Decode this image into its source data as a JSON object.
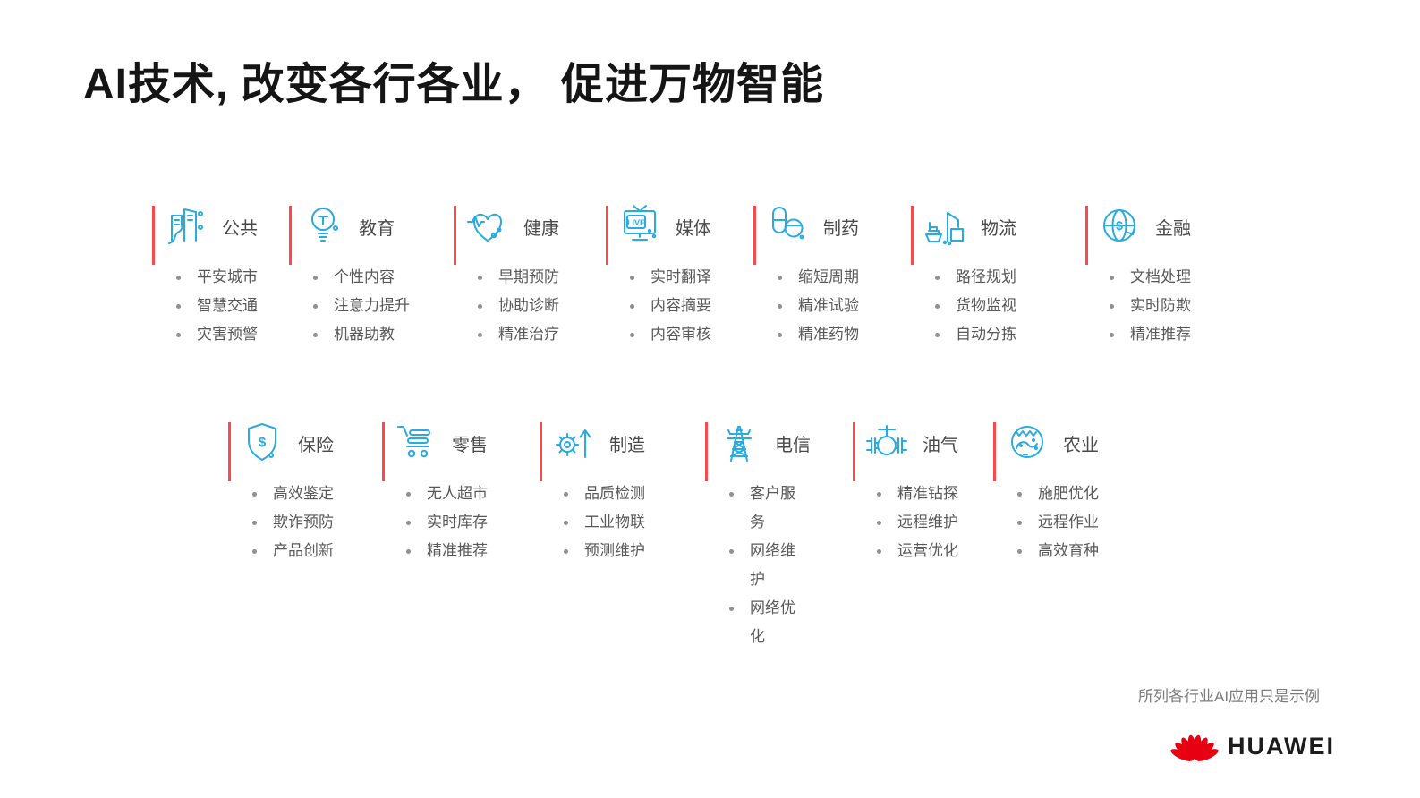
{
  "title": "AI技术, 改变各行各业， 促进万物智能",
  "footer_note": "所列各行业AI应用只是示例",
  "brand": "HUAWEI",
  "colors": {
    "icon_blue": "#29abe2",
    "divider_red": "#fb4a4e",
    "logo_red": "#e60012",
    "title_text": "#151515",
    "body_text": "#595959"
  },
  "rows": [
    {
      "groups": [
        {
          "label": "公共",
          "icon": "city-icon",
          "items": [
            "平安城市",
            "智慧交通",
            "灾害预警"
          ]
        },
        {
          "label": "教育",
          "icon": "lightbulb-icon",
          "items": [
            "个性内容",
            "注意力提升",
            "机器助教"
          ]
        },
        {
          "label": "健康",
          "icon": "heart-pulse-icon",
          "items": [
            "早期预防",
            "协助诊断",
            "精准治疗"
          ]
        },
        {
          "label": "媒体",
          "icon": "live-tv-icon",
          "items": [
            "实时翻译",
            "内容摘要",
            "内容审核"
          ]
        },
        {
          "label": "制药",
          "icon": "pills-icon",
          "items": [
            "缩短周期",
            "精准试验",
            "精准药物"
          ]
        },
        {
          "label": "物流",
          "icon": "port-crane-icon",
          "items": [
            "路径规划",
            "货物监视",
            "自动分拣"
          ]
        },
        {
          "label": "金融",
          "icon": "globe-dollar-icon",
          "items": [
            "文档处理",
            "实时防欺",
            "精准推荐"
          ]
        }
      ]
    },
    {
      "groups": [
        {
          "label": "保险",
          "icon": "shield-dollar-icon",
          "items": [
            "高效鉴定",
            "欺诈预防",
            "产品创新"
          ]
        },
        {
          "label": "零售",
          "icon": "shopping-cart-icon",
          "items": [
            "无人超市",
            "实时库存",
            "精准推荐"
          ]
        },
        {
          "label": "制造",
          "icon": "gear-arrow-icon",
          "items": [
            "品质检测",
            "工业物联",
            "预测维护"
          ]
        },
        {
          "label": "电信",
          "icon": "transmission-tower-icon",
          "items": [
            "客户服务",
            "网络维护",
            "网络优化"
          ]
        },
        {
          "label": "油气",
          "icon": "valve-icon",
          "items": [
            "精准钻探",
            "远程维护",
            "运营优化"
          ]
        },
        {
          "label": "农业",
          "icon": "agriculture-globe-icon",
          "items": [
            "施肥优化",
            "远程作业",
            "高效育种"
          ]
        }
      ]
    }
  ]
}
